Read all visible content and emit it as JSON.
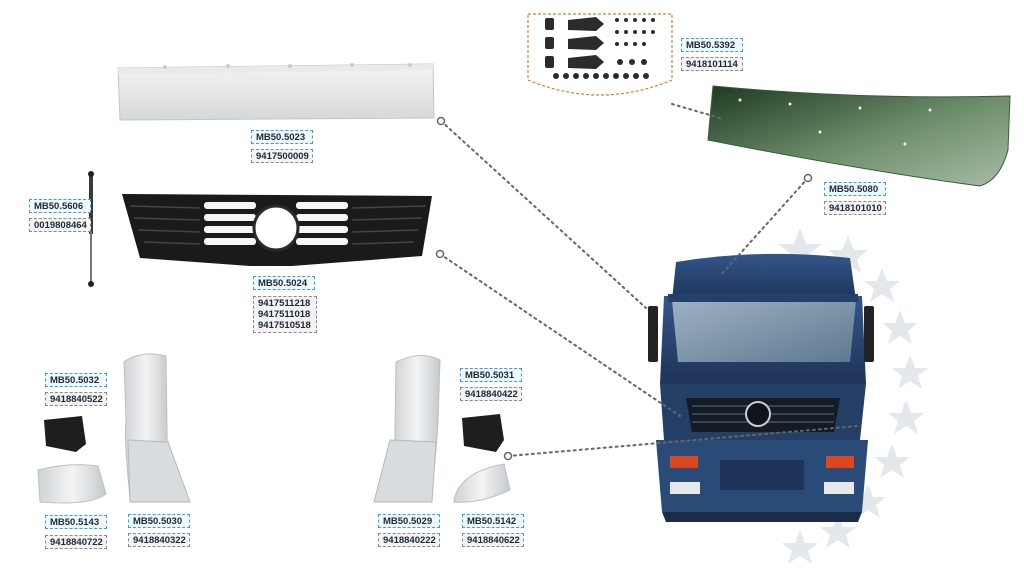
{
  "parts": {
    "top_visor": {
      "code": "MB50.5023",
      "oem": [
        "9417500009"
      ]
    },
    "sun_visor": {
      "code": "MB50.5392",
      "oem": [
        "9418101114"
      ]
    },
    "sun_visor_bracket": {
      "code": "MB50.5080",
      "oem": [
        "9418101010"
      ]
    },
    "gas_strut": {
      "code": "MB50.5606",
      "oem": [
        "0019808464"
      ]
    },
    "grille": {
      "code": "MB50.5024",
      "oem": [
        "9417511218",
        "9417511018",
        "9417510518"
      ]
    },
    "left_end_cap": {
      "code": "MB50.5032",
      "oem": [
        "9418840522"
      ]
    },
    "right_end_cap": {
      "code": "MB50.5031",
      "oem": [
        "9418840422"
      ]
    },
    "left_corner_cover": {
      "code": "MB50.5143",
      "oem": [
        "9418840722"
      ]
    },
    "left_deflector": {
      "code": "MB50.5030",
      "oem": [
        "9418840322"
      ]
    },
    "right_deflector": {
      "code": "MB50.5029",
      "oem": [
        "9418840222"
      ]
    },
    "right_corner_cover": {
      "code": "MB50.5142",
      "oem": [
        "9418840622"
      ]
    }
  },
  "colors": {
    "code_border": "#3aa0d8",
    "oem_border": "#8a8a8a",
    "leader_line": "#666666",
    "callout_border": "#c9843a",
    "truck_blue": "#2a4a78"
  }
}
